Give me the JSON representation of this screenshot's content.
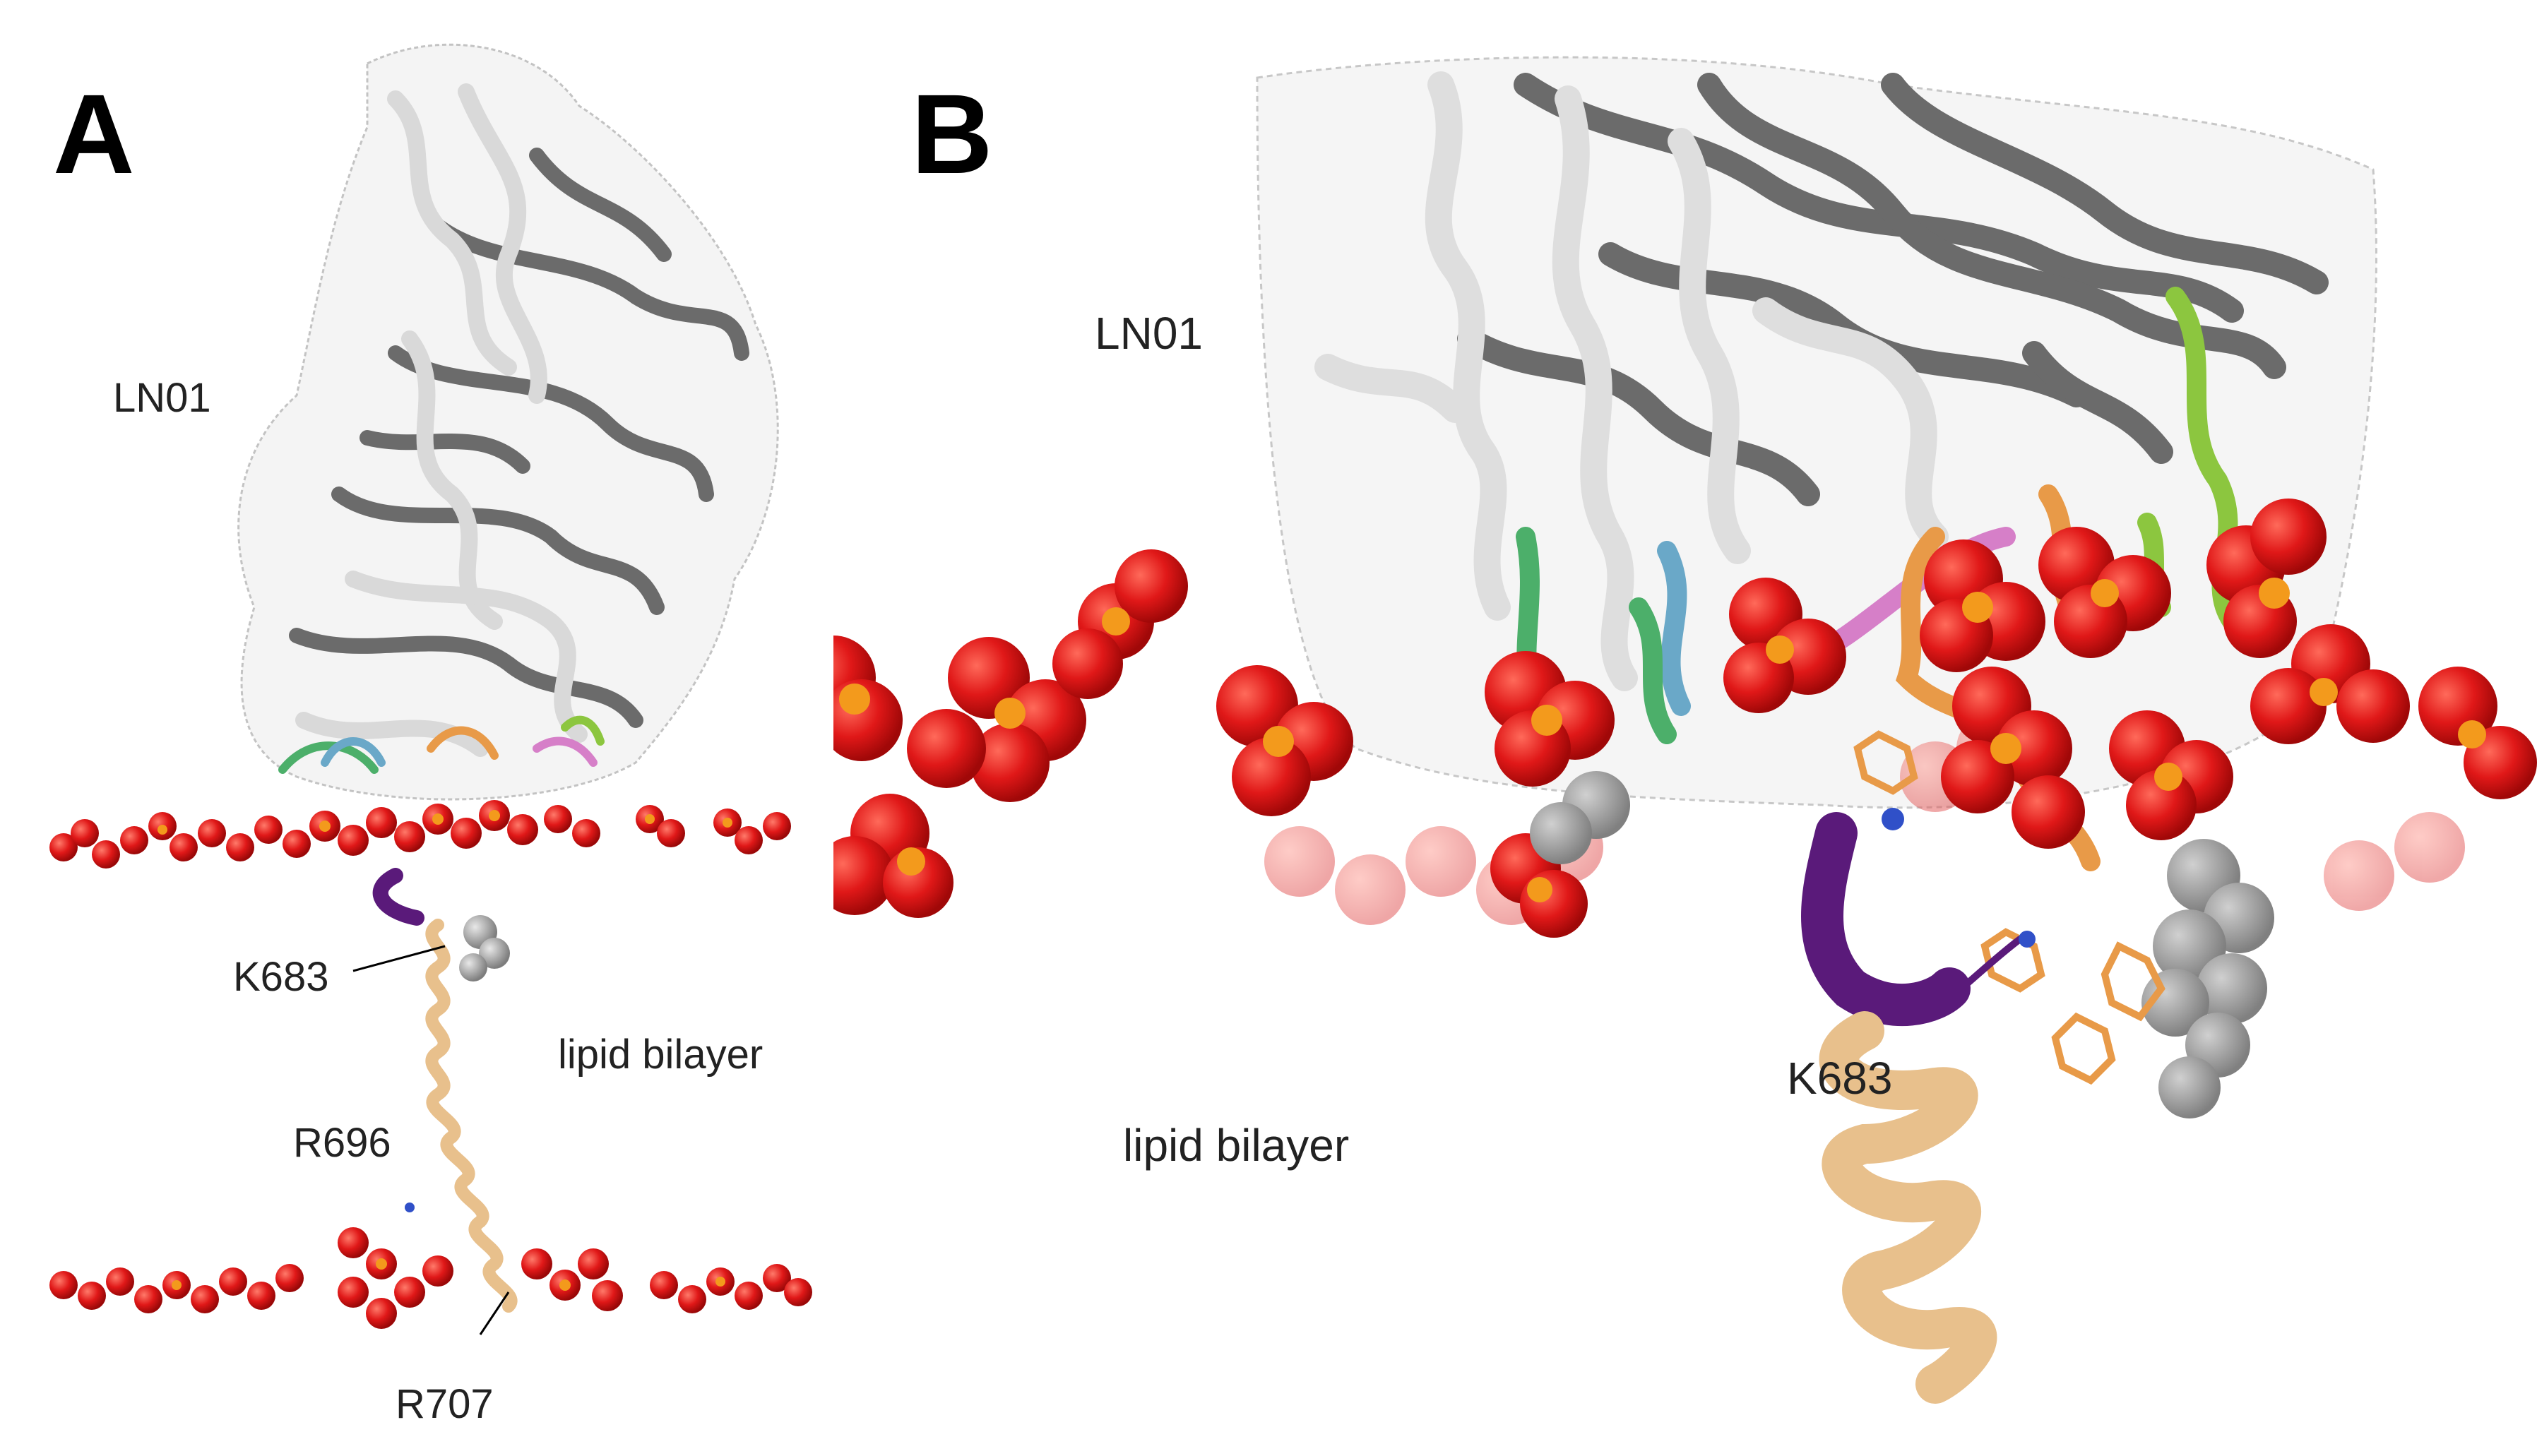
{
  "panel_a": {
    "letter": "A",
    "antibody_label": "LN01",
    "membrane_label": "lipid bilayer",
    "residue_labels": [
      "K683",
      "R696",
      "R707"
    ]
  },
  "panel_b": {
    "letter": "B",
    "antibody_label": "LN01",
    "membrane_label": "lipid bilayer",
    "residue_label": "K683"
  },
  "colors": {
    "phosphate_red": "#e01818",
    "phosphorus_orange": "#f39a1c",
    "helix_tan": "#e8c08c",
    "helix_purple": "#5a1a7a",
    "chain_light": "#d9d9d9",
    "chain_dark": "#6b6b6b",
    "loop_green": "#4caf6a",
    "loop_blue": "#6aa8c8",
    "loop_pink": "#d67fc8",
    "loop_orange": "#e89a48",
    "loop_lime": "#8cc63f",
    "hydrophobic_grey": "#9a9a9a"
  }
}
